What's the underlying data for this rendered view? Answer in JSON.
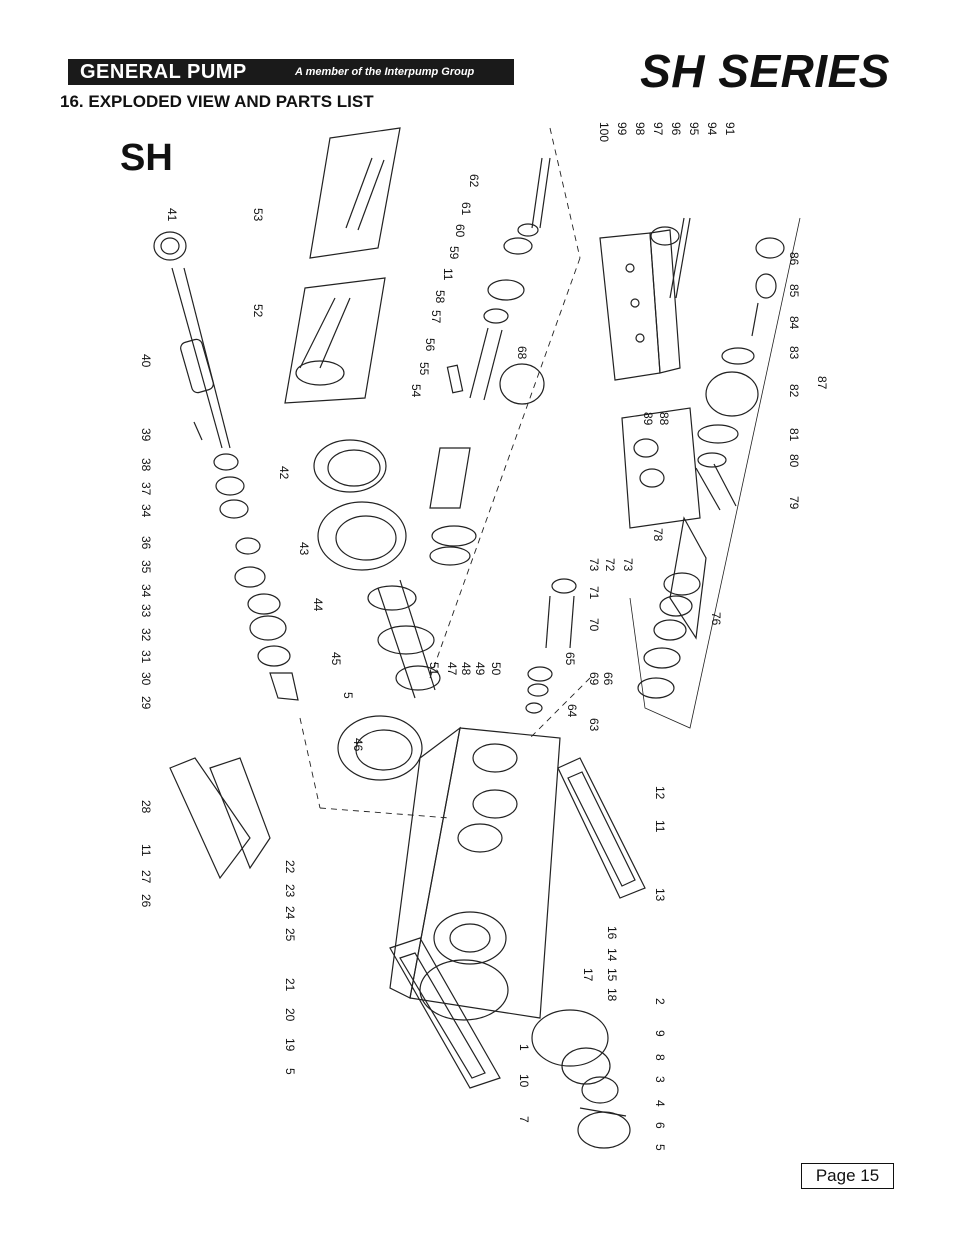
{
  "header": {
    "brand": "GENERAL PUMP",
    "tagline": "A member of the Interpump Group",
    "series_title": "SH SERIES"
  },
  "section_title": "16. EXPLODED VIEW AND PARTS LIST",
  "diagram": {
    "model_label": "SH",
    "callouts": [
      "41",
      "40",
      "39",
      "38",
      "37",
      "34",
      "36",
      "35",
      "34",
      "33",
      "32",
      "31",
      "30",
      "29",
      "53",
      "52",
      "42",
      "43",
      "44",
      "45",
      "46",
      "5",
      "62",
      "61",
      "60",
      "59",
      "11",
      "58",
      "57",
      "56",
      "55",
      "54",
      "68",
      "51",
      "47",
      "48",
      "49",
      "50",
      "100",
      "99",
      "98",
      "97",
      "96",
      "95",
      "94",
      "91",
      "86",
      "85",
      "84",
      "83",
      "82",
      "87",
      "81",
      "80",
      "79",
      "89",
      "88",
      "78",
      "73",
      "72",
      "73",
      "71",
      "70",
      "65",
      "69",
      "66",
      "64",
      "63",
      "76",
      "28",
      "11",
      "27",
      "26",
      "22",
      "23",
      "24",
      "25",
      "21",
      "20",
      "19",
      "5",
      "12",
      "11",
      "13",
      "16",
      "14",
      "15",
      "17",
      "18",
      "2",
      "9",
      "8",
      "3",
      "4",
      "6",
      "5",
      "1",
      "10",
      "7"
    ]
  },
  "footer": {
    "page_label": "Page 15"
  }
}
